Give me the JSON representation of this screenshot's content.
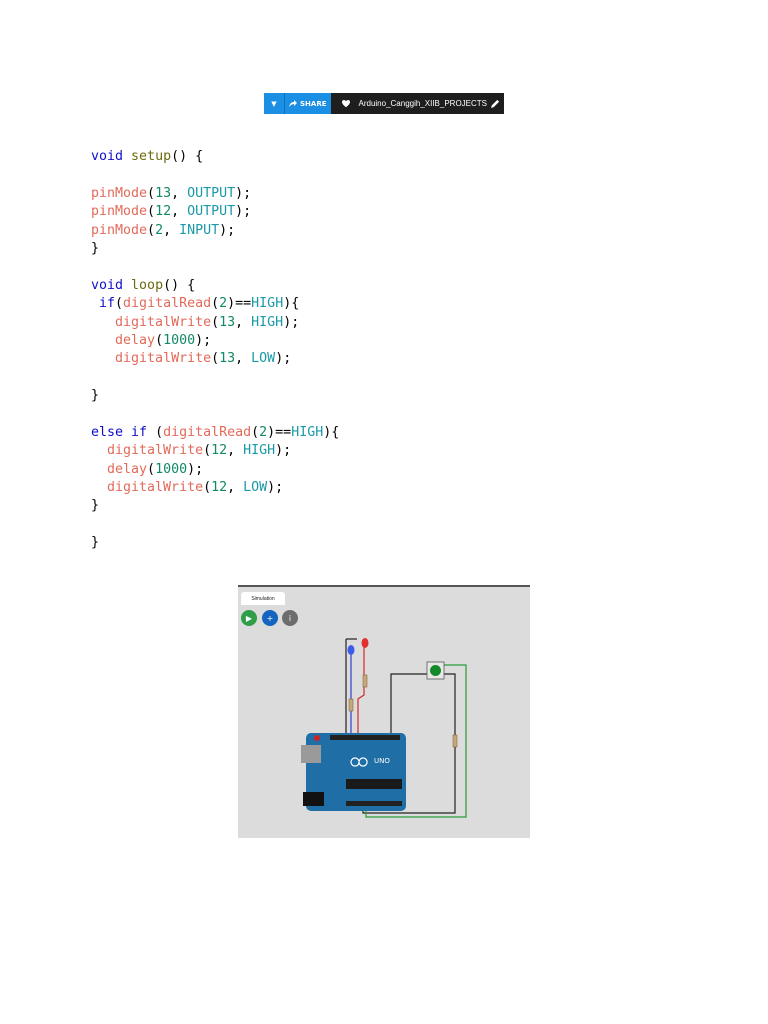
{
  "toolbar": {
    "share_label": "SHARE",
    "project_name": "Arduino_Canggih_XIIB_PROJECTS",
    "icons": [
      "chevron-down-icon",
      "share-arrow-icon",
      "heart-icon",
      "pencil-icon"
    ],
    "accent_color": "#1a8fe3"
  },
  "code": {
    "lines": [
      [
        [
          "void",
          "kw"
        ],
        [
          " ",
          ""
        ],
        [
          "setup",
          "fn"
        ],
        [
          "() {",
          ""
        ]
      ],
      [],
      [
        [
          "pinMode",
          "call"
        ],
        [
          "(",
          ""
        ],
        [
          "13",
          "num"
        ],
        [
          ", ",
          ""
        ],
        [
          "OUTPUT",
          "const"
        ],
        [
          ");",
          ""
        ]
      ],
      [
        [
          "pinMode",
          "call"
        ],
        [
          "(",
          ""
        ],
        [
          "12",
          "num"
        ],
        [
          ", ",
          ""
        ],
        [
          "OUTPUT",
          "const"
        ],
        [
          ");",
          ""
        ]
      ],
      [
        [
          "pinMode",
          "call"
        ],
        [
          "(",
          ""
        ],
        [
          "2",
          "num"
        ],
        [
          ", ",
          ""
        ],
        [
          "INPUT",
          "const"
        ],
        [
          ");",
          ""
        ]
      ],
      [
        [
          "}",
          ""
        ]
      ],
      [],
      [
        [
          "void",
          "kw"
        ],
        [
          " ",
          ""
        ],
        [
          "loop",
          "fn"
        ],
        [
          "() {",
          ""
        ]
      ],
      [
        [
          " ",
          ""
        ],
        [
          "if",
          "kw"
        ],
        [
          "(",
          ""
        ],
        [
          "digitalRead",
          "call"
        ],
        [
          "(",
          ""
        ],
        [
          "2",
          "num"
        ],
        [
          ")==",
          ""
        ],
        [
          "HIGH",
          "const"
        ],
        [
          "){",
          ""
        ]
      ],
      [
        [
          "   ",
          ""
        ],
        [
          "digitalWrite",
          "call"
        ],
        [
          "(",
          ""
        ],
        [
          "13",
          "num"
        ],
        [
          ", ",
          ""
        ],
        [
          "HIGH",
          "const"
        ],
        [
          ");",
          ""
        ]
      ],
      [
        [
          "   ",
          ""
        ],
        [
          "delay",
          "call"
        ],
        [
          "(",
          ""
        ],
        [
          "1000",
          "num"
        ],
        [
          ");",
          ""
        ]
      ],
      [
        [
          "   ",
          ""
        ],
        [
          "digitalWrite",
          "call"
        ],
        [
          "(",
          ""
        ],
        [
          "13",
          "num"
        ],
        [
          ", ",
          ""
        ],
        [
          "LOW",
          "const"
        ],
        [
          ");",
          ""
        ]
      ],
      [],
      [
        [
          "}",
          ""
        ]
      ],
      [],
      [
        [
          "else",
          "kw"
        ],
        [
          " ",
          ""
        ],
        [
          "if",
          "kw"
        ],
        [
          " (",
          ""
        ],
        [
          "digitalRead",
          "call"
        ],
        [
          "(",
          ""
        ],
        [
          "2",
          "num"
        ],
        [
          ")==",
          ""
        ],
        [
          "HIGH",
          "const"
        ],
        [
          "){",
          ""
        ]
      ],
      [
        [
          "  ",
          ""
        ],
        [
          "digitalWrite",
          "call"
        ],
        [
          "(",
          ""
        ],
        [
          "12",
          "num"
        ],
        [
          ", ",
          ""
        ],
        [
          "HIGH",
          "const"
        ],
        [
          ");",
          ""
        ]
      ],
      [
        [
          "  ",
          ""
        ],
        [
          "delay",
          "call"
        ],
        [
          "(",
          ""
        ],
        [
          "1000",
          "num"
        ],
        [
          ");",
          ""
        ]
      ],
      [
        [
          "  ",
          ""
        ],
        [
          "digitalWrite",
          "call"
        ],
        [
          "(",
          ""
        ],
        [
          "12",
          "num"
        ],
        [
          ", ",
          ""
        ],
        [
          "LOW",
          "const"
        ],
        [
          ");",
          ""
        ]
      ],
      [
        [
          "}",
          ""
        ]
      ],
      [],
      [
        [
          "}",
          ""
        ]
      ]
    ]
  },
  "simulation": {
    "tab_label": "Simulation",
    "controls": [
      {
        "icon": "play-icon",
        "glyph": "▶",
        "color": "#2e9e48"
      },
      {
        "icon": "plus-icon",
        "glyph": "+",
        "color": "#1565c0"
      },
      {
        "icon": "info-icon",
        "glyph": "i",
        "color": "#6d6d6d"
      }
    ],
    "board_label": "UNO"
  }
}
